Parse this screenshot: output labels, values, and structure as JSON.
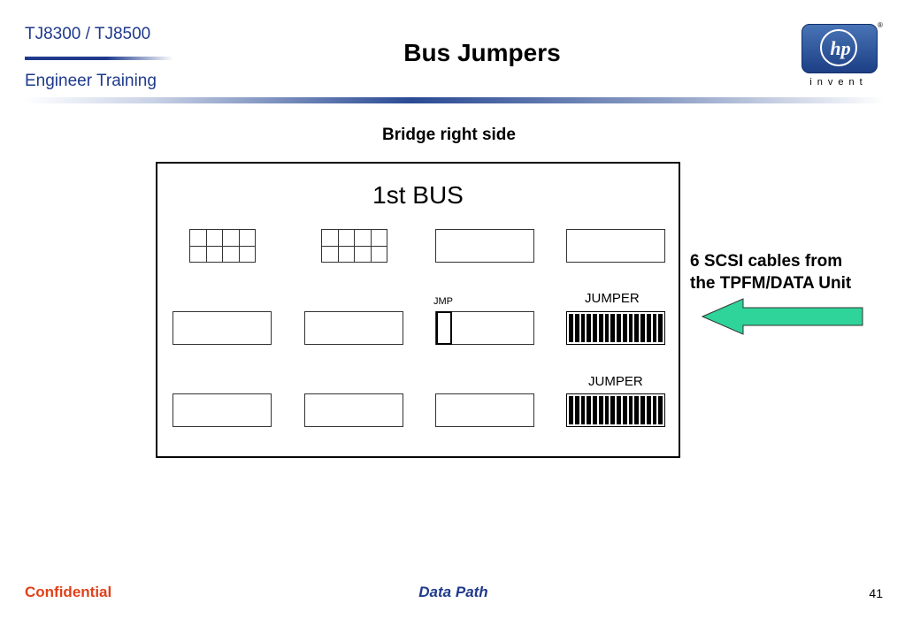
{
  "header": {
    "product": "TJ8300 / TJ8500",
    "department": "Engineer  Training",
    "title": "Bus Jumpers",
    "logo_text": "hp",
    "logo_registered": "®",
    "logo_tagline": "invent"
  },
  "subtitle": "Bridge right side",
  "diagram": {
    "bus_label": "1st   BUS",
    "jmp_label": "JMP",
    "jumper_label_1": "JUMPER",
    "jumper_label_2": "JUMPER"
  },
  "annotation": {
    "line1": "6 SCSI cables from",
    "line2": "the TPFM/DATA Unit"
  },
  "footer": {
    "left": "Confidential",
    "center": "Data Path",
    "page_number": "41"
  },
  "colors": {
    "brand_blue": "#1f3a8c",
    "confidential_red": "#e0411a",
    "arrow_green": "#2ed49a"
  }
}
